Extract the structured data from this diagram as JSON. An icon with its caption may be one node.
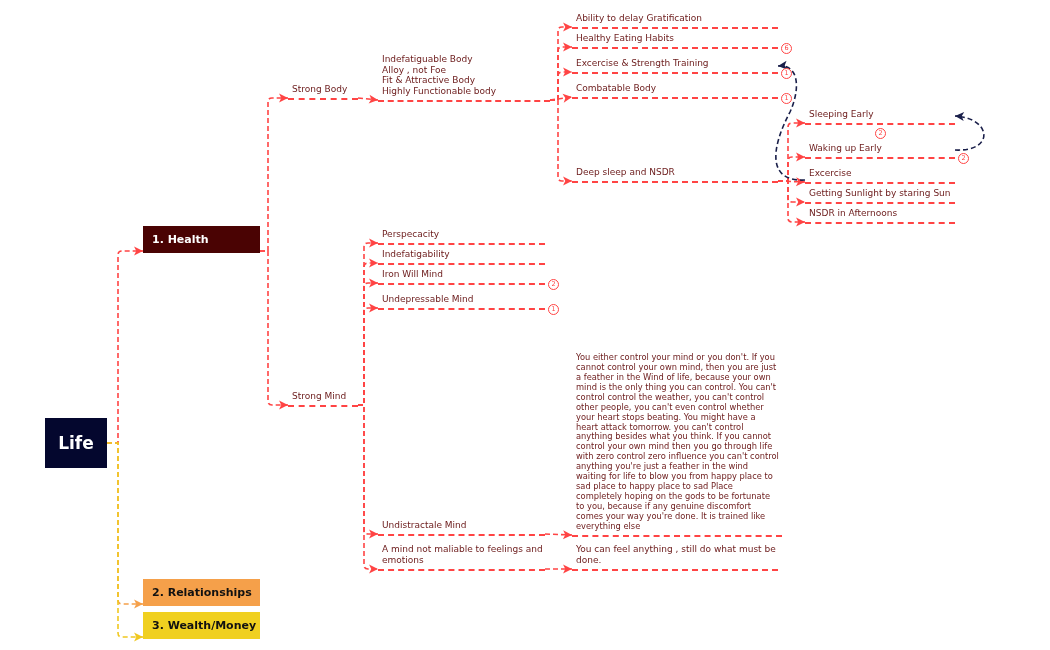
{
  "diagram": {
    "nodes": [
      {
        "text": [
          "Life"
        ]
      },
      {
        "text": [
          "1. Health"
        ]
      },
      {
        "text": [
          "2. Relationships"
        ]
      },
      {
        "text": [
          "3. Wealth/Money"
        ]
      },
      {
        "text": [
          "Strong Body"
        ]
      },
      {
        "text": [
          "Indefatiguable Body",
          "Alloy , not Foe",
          "Fit & Attractive Body",
          "Highly Functionable body"
        ]
      },
      {
        "text": [
          "Ability to delay Gratification"
        ]
      },
      {
        "text": [
          "Healthy Eating Habits"
        ],
        "beside": [
          "6"
        ]
      },
      {
        "text": [
          "Excercise & Strength Training"
        ],
        "beside": [
          "1"
        ]
      },
      {
        "text": [
          "Combatable Body"
        ],
        "beside": [
          "1"
        ]
      },
      {
        "text": [
          "Deep sleep and NSDR"
        ]
      },
      {
        "text": [
          "Sleeping Early"
        ],
        "beside": [
          "2"
        ]
      },
      {
        "text": [
          "Waking up Early"
        ],
        "beside": [
          "2"
        ]
      },
      {
        "text": [
          "Excercise"
        ]
      },
      {
        "text": [
          "Getting Sunlight by staring Sun"
        ]
      },
      {
        "text": [
          "NSDR in Afternoons"
        ]
      },
      {
        "text": [
          "Strong Mind"
        ]
      },
      {
        "text": [
          "Perspecacity"
        ]
      },
      {
        "text": [
          "Indefatigability"
        ]
      },
      {
        "text": [
          "Iron Will Mind"
        ],
        "beside": [
          "2"
        ]
      },
      {
        "text": [
          "Undepressable Mind"
        ],
        "beside": [
          "1"
        ]
      },
      {
        "text": [
          "Undistractale Mind"
        ]
      },
      {
        "text": [
          "You either control your mind or you don't. If you cannot control your own mind, then you are just a feather in the Wind of life, because your own mind is the only thing you can control. You can't control control the weather, you can't control other people, you can't even control whether your heart stops beating. You might have a heart attack tomorrow. you can't control anything besides what you think. If you cannot control your own mind then you go through life with zero control zero influence you can't control anything you're just a feather in the wind waiting for life to blow you from happy place to sad place to happy place to sad Place completely hoping on the gods to be fortunate to you, because if any genuine discomfort comes your way you're done. It is trained like everything else"
        ]
      },
      {
        "text": [
          "A mind not maliable to feelings and emotions"
        ]
      },
      {
        "text": [
          "You can feel anything , still do what must be done."
        ]
      }
    ],
    "edges": [
      {
        "from": 0,
        "to": 1,
        "arrow": "to",
        "style": "dashed"
      },
      {
        "from": 0,
        "to": 2,
        "arrow": "to",
        "style": "dashed",
        "color": "#f5a04a"
      },
      {
        "from": 0,
        "to": 3,
        "arrow": "to",
        "style": "dashed",
        "color": "#f0c820"
      },
      {
        "from": 1,
        "to": 4,
        "arrow": "to",
        "style": "dashed"
      },
      {
        "from": 1,
        "to": 16,
        "arrow": "to",
        "style": "dashed"
      },
      {
        "from": 4,
        "to": 5,
        "arrow": "to",
        "style": "dashed"
      },
      {
        "from": 5,
        "to": 6,
        "arrow": "to",
        "style": "dashed"
      },
      {
        "from": 5,
        "to": 7,
        "arrow": "to",
        "style": "dashed"
      },
      {
        "from": 5,
        "to": 8,
        "arrow": "to",
        "style": "dashed"
      },
      {
        "from": 5,
        "to": 9,
        "arrow": "to",
        "style": "dashed"
      },
      {
        "from": 5,
        "to": 10,
        "arrow": "to",
        "style": "dashed"
      },
      {
        "from": 10,
        "to": 11,
        "arrow": "to",
        "style": "dashed"
      },
      {
        "from": 10,
        "to": 12,
        "arrow": "to",
        "style": "dashed"
      },
      {
        "from": 10,
        "to": 13,
        "arrow": "to",
        "style": "dashed"
      },
      {
        "from": 10,
        "to": 14,
        "arrow": "to",
        "style": "dashed"
      },
      {
        "from": 10,
        "to": 15,
        "arrow": "to",
        "style": "dashed"
      },
      {
        "from": 13,
        "to": 8,
        "arrow": "to",
        "style": "dashed",
        "color": "#1a1f4a"
      },
      {
        "from": 12,
        "to": 11,
        "arrow": "to",
        "style": "dashed",
        "color": "#1a1f4a"
      },
      {
        "from": 16,
        "to": 17,
        "arrow": "to",
        "style": "dashed"
      },
      {
        "from": 16,
        "to": 18,
        "arrow": "to",
        "style": "dashed"
      },
      {
        "from": 16,
        "to": 19,
        "arrow": "to",
        "style": "dashed"
      },
      {
        "from": 16,
        "to": 20,
        "arrow": "to",
        "style": "dashed"
      },
      {
        "from": 16,
        "to": 21,
        "arrow": "to",
        "style": "dashed"
      },
      {
        "from": 16,
        "to": 23,
        "arrow": "to",
        "style": "dashed"
      },
      {
        "from": 21,
        "to": 22,
        "arrow": "to",
        "style": "dashed"
      },
      {
        "from": 23,
        "to": 24,
        "arrow": "to",
        "style": "dashed"
      }
    ]
  }
}
